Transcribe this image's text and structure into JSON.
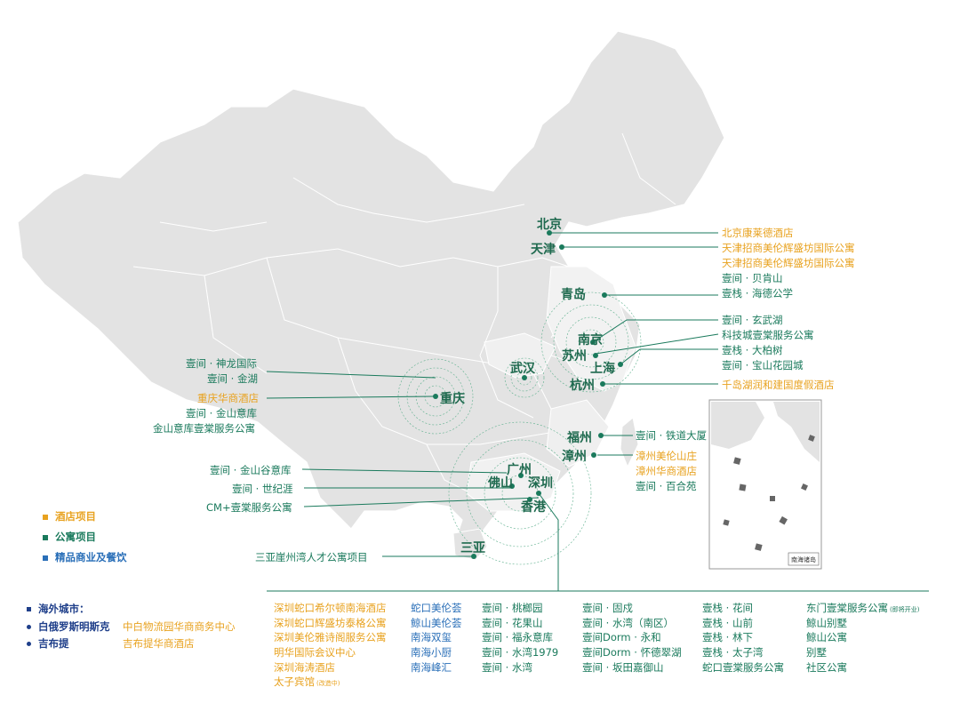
{
  "cities": {
    "beijing": "北京",
    "tianjin": "天津",
    "qingdao": "青岛",
    "nanjing": "南京",
    "suzhou": "苏州",
    "shanghai": "上海",
    "hangzhou": "杭州",
    "wuhan": "武汉",
    "chongqing": "重庆",
    "fuzhou": "福州",
    "zhangzhou": "漳州",
    "guangzhou": "广州",
    "foshan": "佛山",
    "shenzhen": "深圳",
    "hongkong": "香港",
    "sanya": "三亚"
  },
  "right_labels": [
    {
      "text": "北京康莱德酒店",
      "type": "hotel"
    },
    {
      "text": "天津招商美伦辉盛坊国际公寓",
      "type": "hotel"
    },
    {
      "text": "天津招商美伦辉盛坊国际公寓",
      "type": "hotel"
    },
    {
      "text": "壹间 · 贝肯山",
      "type": "apartment"
    },
    {
      "text": "壹栈 · 海德公学",
      "type": "apartment"
    },
    {
      "text": "壹间 · 玄武湖",
      "type": "apartment"
    },
    {
      "text": "科技城壹棠服务公寓",
      "type": "apartment"
    },
    {
      "text": "壹栈 · 大柏树",
      "type": "apartment"
    },
    {
      "text": "壹间 · 宝山花园城",
      "type": "apartment"
    },
    {
      "text": "千岛湖润和建国度假酒店",
      "type": "hotel"
    },
    {
      "text": "壹间 · 铁道大厦",
      "type": "apartment"
    },
    {
      "text": "漳州美伦山庄",
      "type": "hotel"
    },
    {
      "text": "漳州华商酒店",
      "type": "hotel"
    },
    {
      "text": "壹间 · 百合苑",
      "type": "apartment"
    }
  ],
  "left_labels": [
    {
      "text": "壹间 · 神龙国际",
      "type": "apartment"
    },
    {
      "text": "壹间 · 金湖",
      "type": "apartment"
    },
    {
      "text": "重庆华商酒店",
      "type": "hotel"
    },
    {
      "text": "壹间 · 金山意库",
      "type": "apartment"
    },
    {
      "text": "金山意库壹棠服务公寓",
      "type": "apartment"
    },
    {
      "text": "壹间 · 金山谷意库",
      "type": "apartment"
    },
    {
      "text": "壹间 · 世纪涯",
      "type": "apartment"
    },
    {
      "text": "CM+壹棠服务公寓",
      "type": "apartment"
    },
    {
      "text": "三亚崖州湾人才公寓项目",
      "type": "apartment"
    }
  ],
  "legend": {
    "hotel": "酒店项目",
    "apartment": "公寓项目",
    "commercial": "精品商业及餐饮",
    "colors": {
      "hotel": "#e8a21f",
      "apartment": "#1a7a5c",
      "commercial": "#2a6fb8"
    }
  },
  "overseas": {
    "title": "海外城市：",
    "cities": [
      {
        "name": "白俄罗斯明斯克",
        "project": "中白物流园华商商务中心"
      },
      {
        "name": "吉布提",
        "project": "吉布提华商酒店"
      }
    ]
  },
  "shenzhen_projects": {
    "col1": {
      "items": [
        "深圳蛇口希尔顿南海酒店",
        "深圳蛇口辉盛坊泰格公寓",
        "深圳美伦雅诗阁服务公寓",
        "明华国际会议中心",
        "深圳海涛酒店",
        "太子宾馆"
      ],
      "tag": "(改造中)"
    },
    "col2": [
      "蛇口美伦荟",
      "鲸山美伦荟",
      "南海双玺",
      "南海小厨",
      "南海峰汇"
    ],
    "col3": [
      "壹间 · 桃榔园",
      "壹间 · 花果山",
      "壹间 · 福永意库",
      "壹间 · 水湾1979",
      "壹间 · 水湾"
    ],
    "col4": [
      "壹间 · 固戍",
      "壹间 · 水湾（南区）",
      "壹间Dorm · 永和",
      "壹间Dorm · 怀德翠湖",
      "壹间 · 坂田嘉御山"
    ],
    "col5": [
      "壹栈 · 花间",
      "壹栈 · 山前",
      "壹栈 · 林下",
      "壹栈 · 太子湾",
      "蛇口壹棠服务公寓"
    ],
    "col6": {
      "items": [
        "东门壹棠服务公寓",
        "鲸山别墅",
        "鲸山公寓",
        "别墅",
        "社区公寓"
      ],
      "tag": "(即将开业)"
    }
  },
  "inset": {
    "label": "南海诸岛"
  }
}
